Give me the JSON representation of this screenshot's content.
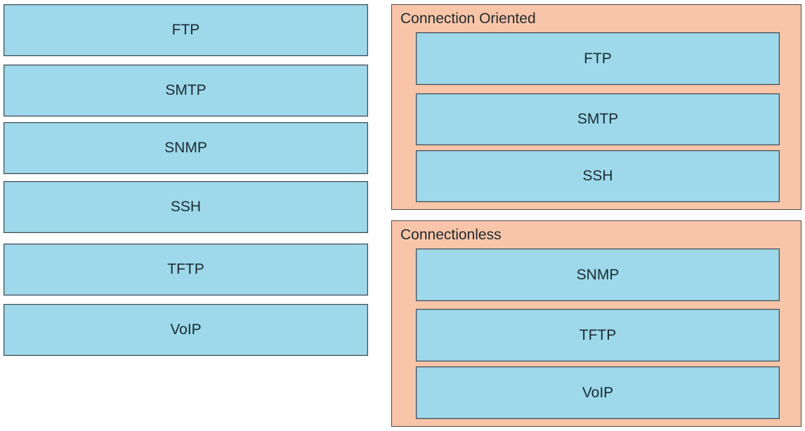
{
  "source_items": [
    {
      "label": "FTP"
    },
    {
      "label": "SMTP"
    },
    {
      "label": "SNMP"
    },
    {
      "label": "SSH"
    },
    {
      "label": "TFTP"
    },
    {
      "label": "VoIP"
    }
  ],
  "targets": [
    {
      "title": "Connection Oriented",
      "items": [
        {
          "label": "FTP"
        },
        {
          "label": "SMTP"
        },
        {
          "label": "SSH"
        }
      ]
    },
    {
      "title": "Connectionless",
      "items": [
        {
          "label": "SNMP"
        },
        {
          "label": "TFTP"
        },
        {
          "label": "VoIP"
        }
      ]
    }
  ],
  "colors": {
    "item_fill": "#9dd9ea",
    "group_fill": "#f9c5a8",
    "border": "#3b4a55"
  }
}
